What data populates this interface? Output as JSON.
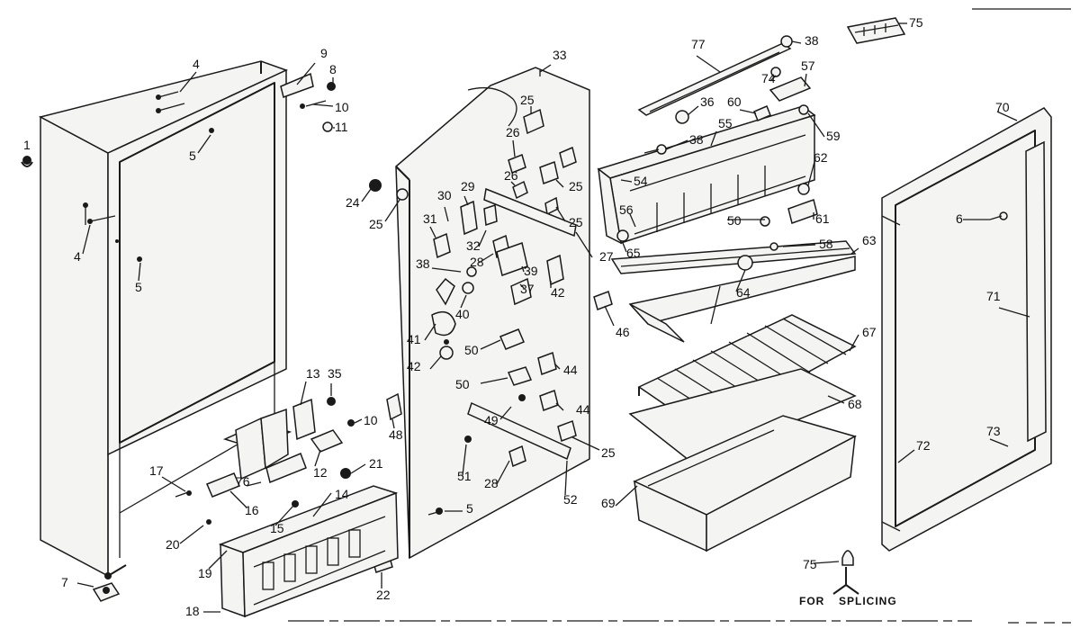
{
  "diagram": {
    "caption_line1": "FOR",
    "caption_line2": "SPLICING",
    "callouts": [
      "1",
      "4",
      "4",
      "5",
      "5",
      "7",
      "8",
      "9",
      "10",
      "11",
      "13",
      "35",
      "10",
      "48",
      "12",
      "14",
      "15",
      "16",
      "17",
      "18",
      "19",
      "20",
      "21",
      "22",
      "76",
      "33",
      "25",
      "26",
      "26",
      "25",
      "25",
      "24",
      "25",
      "30",
      "29",
      "31",
      "32",
      "28",
      "27",
      "38",
      "39",
      "37",
      "42",
      "40",
      "41",
      "42",
      "50",
      "50",
      "44",
      "44",
      "49",
      "51",
      "25",
      "28",
      "52",
      "5",
      "77",
      "38",
      "74",
      "57",
      "60",
      "36",
      "38",
      "55",
      "59",
      "54",
      "56",
      "50",
      "62",
      "61",
      "65",
      "58",
      "64",
      "63",
      "46",
      "67",
      "68",
      "69",
      "70",
      "71",
      "6",
      "72",
      "73",
      "75",
      "75"
    ]
  }
}
